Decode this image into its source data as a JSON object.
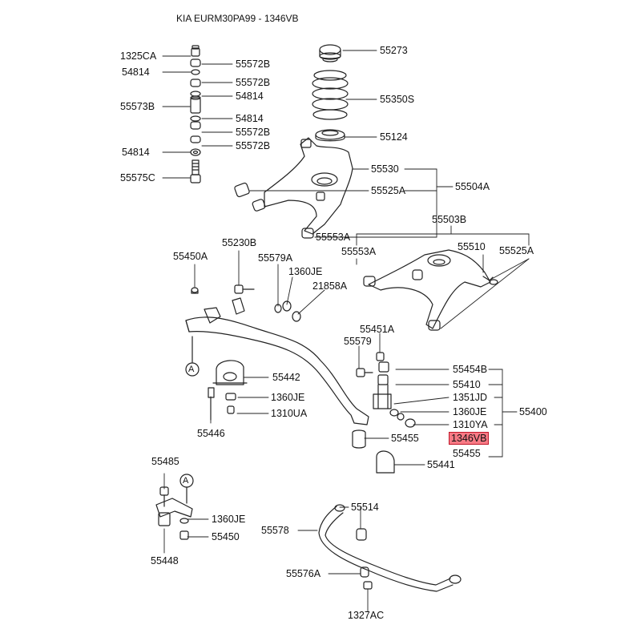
{
  "header": {
    "title": "KIA EURM30PA99 - 1346VB"
  },
  "highlight_color": "#f87a85",
  "selected_part": "1346VB",
  "ref_marker": "A",
  "labels": {
    "l1325CA": "1325CA",
    "l55572B_1": "55572B",
    "l54814_1": "54814",
    "l55572B_2": "55572B",
    "l55573B": "55573B",
    "l54814_2": "54814",
    "l54814_3": "54814",
    "l55572B_3": "55572B",
    "l55572B_4": "55572B",
    "l54814_4": "54814",
    "l55575C": "55575C",
    "l55273": "55273",
    "l55350S": "55350S",
    "l55124": "55124",
    "l55530": "55530",
    "l55525A_1": "55525A",
    "l55504A": "55504A",
    "l55553A_1": "55553A",
    "l55503B": "55503B",
    "l55510": "55510",
    "l55553A_2": "55553A",
    "l55525A_2": "55525A",
    "l55230B": "55230B",
    "l55450A_1": "55450A",
    "l55579A": "55579A",
    "l1360JE_1": "1360JE",
    "l21858A": "21858A",
    "l55451A": "55451A",
    "l55579": "55579",
    "l55454B": "55454B",
    "l55410": "55410",
    "l1351JD": "1351JD",
    "l1360JE_2": "1360JE",
    "l55400": "55400",
    "l1310YA": "1310YA",
    "l1346VB": "1346VB",
    "l55455_1": "55455",
    "l55455_2": "55455",
    "l55441": "55441",
    "l55442": "55442",
    "l1360JE_3": "1360JE",
    "l1310UA": "1310UA",
    "l55446": "55446",
    "l55485": "55485",
    "l1360JE_4": "1360JE",
    "l55450": "55450",
    "l55448": "55448",
    "l55514": "55514",
    "l55578": "55578",
    "l55576A": "55576A",
    "l1327AC": "1327AC"
  }
}
